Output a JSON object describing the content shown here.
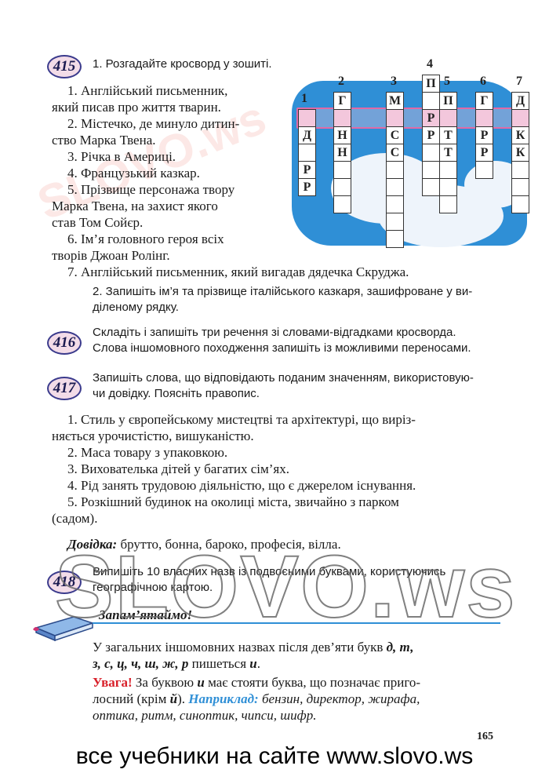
{
  "ex415": {
    "number": "415",
    "task1": "1. Розгадайте кросворд у зошиті.",
    "items": [
      [
        "1. Англійський письменник,",
        "який писав про життя тварин."
      ],
      [
        "2. Містечко, де минуло дитин-",
        "ство Марка Твена."
      ],
      [
        "3. Річка в Америці."
      ],
      [
        "4. Французький казкар."
      ],
      [
        "5. Прізвище персонажа твору",
        "Марка Твена, на захист якого",
        "став Том Сойєр."
      ],
      [
        "6. Ім’я головного героя всіх",
        "творів Джоан Ролінг."
      ],
      [
        "7. Англійський письменник, який вигадав дядечка Скруджа."
      ]
    ],
    "task2": [
      "2. Запишіть ім’я та прізвище італійського казкаря, зашифроване у ви-",
      "діленому рядку."
    ]
  },
  "crossword": {
    "column_numbers": [
      "1",
      "2",
      "3",
      "4",
      "5",
      "6",
      "7"
    ],
    "letters": {
      "c1": [
        "",
        "Д",
        "",
        "Р",
        "Р"
      ],
      "c2": [
        "Г",
        "",
        "Н",
        "Н"
      ],
      "c3": [
        "М",
        "",
        "С",
        "С"
      ],
      "c4": [
        "П",
        "",
        "Р",
        "Р"
      ],
      "c5": [
        "П",
        "",
        "Т",
        "Т"
      ],
      "c6": [
        "Г",
        "",
        "Р",
        "Р"
      ],
      "c7": [
        "Д",
        "",
        "К",
        "К"
      ]
    }
  },
  "ex416": {
    "number": "416",
    "lines": [
      "Складіть і запишіть три речення зі словами-відгадками кросворда.",
      "Слова іншомовного походження запишіть із можливими переносами."
    ]
  },
  "ex417": {
    "number": "417",
    "intro": [
      "Запишіть слова, що відповідають поданим значенням, використовую-",
      "чи довідку. Поясніть правопис."
    ],
    "items": [
      "1. Стиль у європейському мистецтві та архітектурі, що виріз-",
      "няється урочистістю, вишуканістю.",
      "2. Маса товару з упаковкою.",
      "3. Вихователька дітей у багатих сім’ях.",
      "4. Рід занять трудовою діяльністю, що є джерелом існування.",
      "5. Розкішний будинок на околиці міста, звичайно з парком",
      "(садом)."
    ],
    "hint_label": "Довідка:",
    "hint_text": " брутто, бонна, бароко, професія, вілла."
  },
  "ex418": {
    "number": "418",
    "lines": [
      "Випишіть 10 власних назв із подвоєними буквами, користуючись",
      "географічною картою."
    ]
  },
  "remember": {
    "title": "Запам’ятаймо!",
    "rule_line1": "У загальних іншомовних назвах після дев’яти букв ",
    "rule_letters1": "д, т,",
    "rule_letters2": "з, с, ц, ч, ш, ж, р",
    "rule_mid": " пишеться ",
    "rule_i": "и",
    "attention": "Увага!",
    "att_text1": " За буквою ",
    "att_i": "и",
    "att_text2": " має стояти буква, що позначає приго-",
    "att_line2a": "лосний (крім ",
    "att_y": "й",
    "att_line2b": "). ",
    "example_label": "Наприклад:",
    "examples1": " бензин, директор, жирафа,",
    "examples2": "оптика, ритм, синоптик, чипси, шифр."
  },
  "page_number": "165",
  "watermark": "SLOVO.ws",
  "footer": "все учебники на сайте www.slovo.ws",
  "colors": {
    "accent_blue": "#2f8fd6",
    "attention_red": "#d8202a",
    "highlight_pink": "#f3c7dc"
  }
}
